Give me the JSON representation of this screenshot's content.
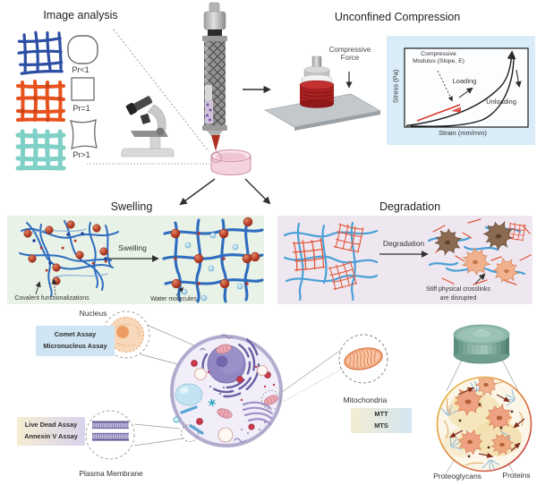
{
  "titles": {
    "image_analysis": "Image analysis",
    "unconfined_compression": "Unconfined Compression",
    "swelling": "Swelling",
    "degradation": "Degradation"
  },
  "image_analysis": {
    "pore_labels": [
      "Pr<1",
      "Pr=1",
      "Pr>1"
    ]
  },
  "compression": {
    "force_label": "Compressive Force",
    "graph": {
      "ylabel": "Stress (Pa)",
      "xlabel": "Strain (mm/mm)",
      "modulus_annotation": "Compressive Modulus (Slope, E)",
      "loading_label": "Loading",
      "unloading_label": "Unloading"
    }
  },
  "swelling": {
    "arrow_label": "Swelling",
    "covalent_label": "Covalent functionalizations",
    "water_label": "Water molecules"
  },
  "degradation": {
    "arrow_label": "Degradation",
    "note_line1": "Stiff physical crosslinks",
    "note_line2": "are disrupted"
  },
  "cell_assays": {
    "nucleus_label": "Nucleus",
    "mitochondria_label": "Mitochondria",
    "plasma_membrane_label": "Plasma Membrane",
    "nucleus_assays": [
      "Comet Assay",
      "Micronucleus Assay"
    ],
    "membrane_assays": [
      "Live Dead Assay",
      "Annexin V Assay"
    ],
    "mitochondria_assays": [
      "MTT",
      "MTS"
    ]
  },
  "ecm": {
    "proteoglycans_label": "Proteoglycans",
    "proteins_label": "Proteins"
  },
  "colors": {
    "grid-blue": "#2c4ea3",
    "grid-orange": "#e8521c",
    "grid-teal": "#7fd0c6",
    "sample-red": "#a82020",
    "graph-panel": "#d9ecf7",
    "modulus-red": "#d83a2a",
    "swelling-panel": "#e9f2e6",
    "degradation-panel": "#efe7f0",
    "network-blue": "#2e6cc0",
    "crosslink-red": "#b03224",
    "water-blue": "#a5d4ec",
    "deg-blue": "#49a0d6",
    "deg-red": "#e0573a",
    "cell-fill": "#f1eef9",
    "cell-border": "#b3abce",
    "nucleus-purple": "#9187c2",
    "nucleus-orange": "#f7d8bb",
    "mito-pink": "#ecabb4",
    "membrane-purple": "#8b82b5",
    "mito-orange": "#f3aa80",
    "cap-teal": "#8db8a9",
    "ecm-salmon": "#efa283",
    "assay-blue-bg": "#cfe5f4",
    "assay-cream": "#f5ecd2",
    "assay-lavender": "#d9d3ec",
    "assay-ltblue": "#d3e6f2"
  }
}
